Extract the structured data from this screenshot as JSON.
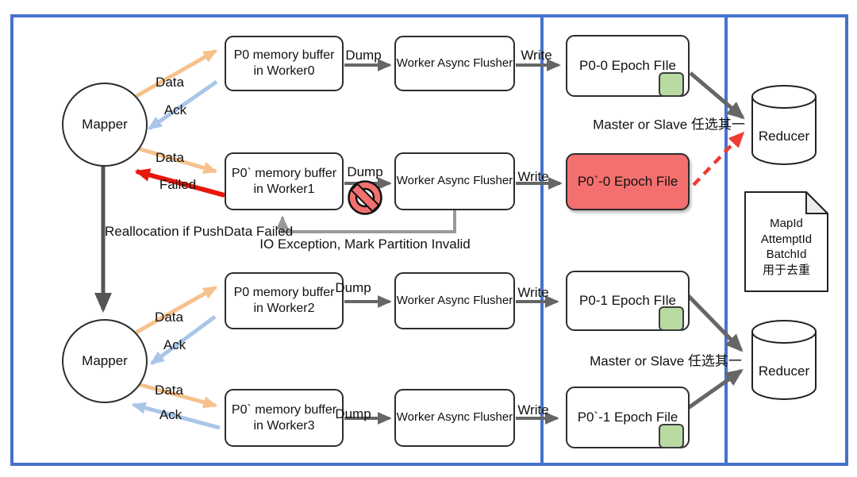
{
  "colors": {
    "frame_blue": "#4573cd",
    "arrow_gray": "#666666",
    "feedback_gray": "#999999",
    "data_orange": "#f6c18d",
    "ack_blue": "#a9c6e9",
    "failed_red": "#e8170b",
    "dashed_red": "#ee3b35",
    "epoch_failed_fill": "#f4706e",
    "chunk_green": "#b9dba1"
  },
  "nodes": {
    "mapper_top": "Mapper",
    "mapper_bottom": "Mapper",
    "buffers": [
      {
        "line1": "P0 memory buffer",
        "line2": "in Worker0"
      },
      {
        "line1": "P0` memory buffer",
        "line2": "in Worker1"
      },
      {
        "line1": "P0 memory buffer",
        "line2": "in Worker2"
      },
      {
        "line1": "P0` memory buffer",
        "line2": "in Worker3"
      }
    ],
    "flusher": "Worker Async Flusher",
    "epoch_files": [
      "P0-0 Epoch FIle",
      "P0`-0 Epoch File",
      "P0-1 Epoch FIle",
      "P0`-1 Epoch File"
    ],
    "reducer_top": "Reducer",
    "reducer_bottom": "Reducer",
    "note_lines": [
      "MapId",
      "AttemptId",
      "BatchId",
      "用于去重"
    ]
  },
  "edges": {
    "data": "Data",
    "ack": "Ack",
    "failed": "Failed",
    "dump": "Dump",
    "write": "Write",
    "reallocation": "Reallocation if PushData Failed",
    "io_exception": "IO Exception, Mark Partition Invalid",
    "master_or_slave": "Master or Slave 任选其一"
  }
}
